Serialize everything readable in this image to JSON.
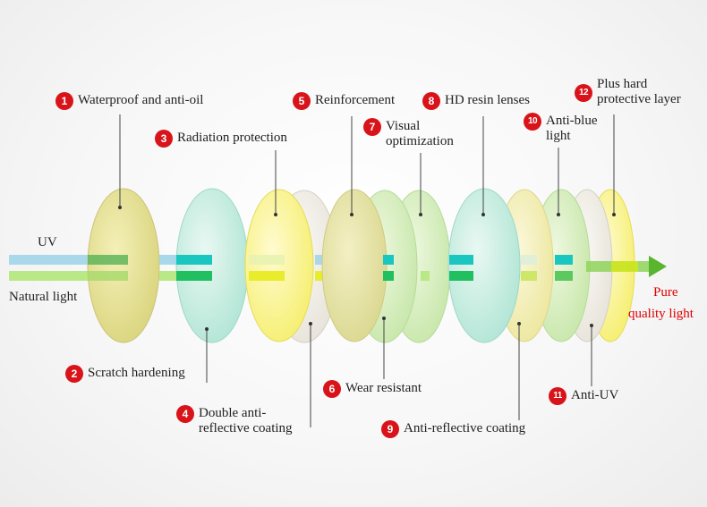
{
  "inputs": {
    "uv": "UV",
    "natural": "Natural light"
  },
  "output": {
    "line1": "Pure",
    "line2": "quality light"
  },
  "labels": [
    {
      "num": "1",
      "lines": [
        "Waterproof and anti-oil"
      ]
    },
    {
      "num": "2",
      "lines": [
        "Scratch hardening"
      ]
    },
    {
      "num": "3",
      "lines": [
        "Radiation protection"
      ]
    },
    {
      "num": "4",
      "lines": [
        "Double anti-",
        "reflective coating"
      ]
    },
    {
      "num": "5",
      "lines": [
        "Reinforcement"
      ]
    },
    {
      "num": "6",
      "lines": [
        "Wear resistant"
      ]
    },
    {
      "num": "7",
      "lines": [
        "Visual",
        "optimization"
      ]
    },
    {
      "num": "8",
      "lines": [
        "HD resin lenses"
      ]
    },
    {
      "num": "9",
      "lines": [
        "Anti-reflective coating"
      ]
    },
    {
      "num": "10",
      "lines": [
        "Anti-blue",
        "light"
      ]
    },
    {
      "num": "11",
      "lines": [
        "Anti-UV"
      ]
    },
    {
      "num": "12",
      "lines": [
        "Plus hard",
        "protective layer"
      ]
    }
  ],
  "colors": {
    "badge": "#d8141a",
    "uv_beam": "#a8d8ea",
    "light_beam": "#b8e986",
    "output_arrow": "#5ab52e",
    "output_text": "#e00000"
  }
}
